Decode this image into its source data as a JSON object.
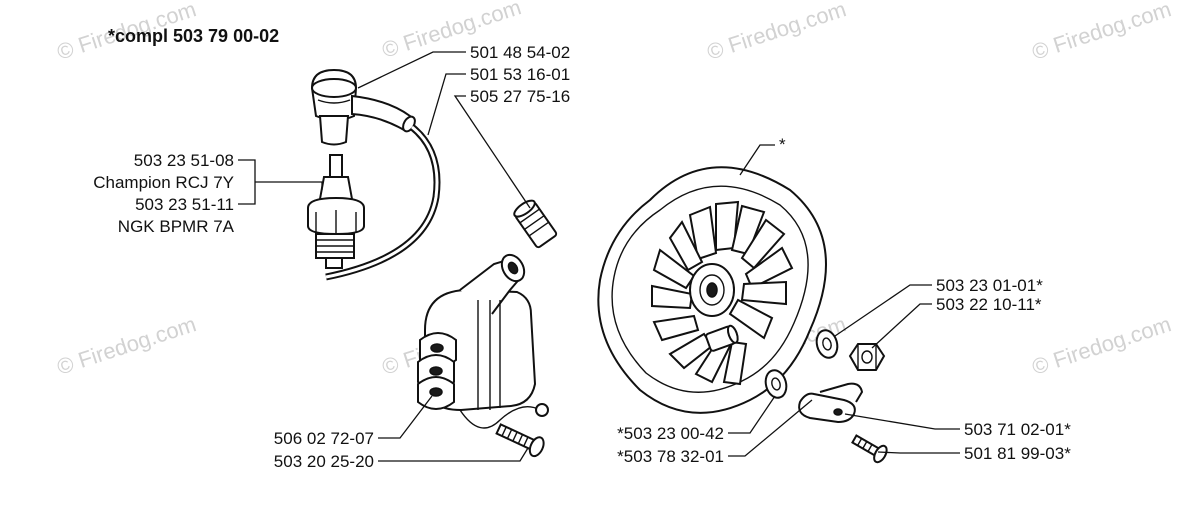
{
  "header": {
    "compl_label": "*compl 503 79 00-02"
  },
  "watermark": {
    "text": "© Firedog.com"
  },
  "labels": {
    "l_501_48_54_02": "501 48 54-02",
    "l_501_53_16_01": "501 53 16-01",
    "l_505_27_75_16": "505 27 75-16",
    "l_503_23_51_08": "503 23 51-08",
    "l_champion": "Champion RCJ 7Y",
    "l_503_23_51_11": "503 23 51-11",
    "l_ngk": "NGK BPMR 7A",
    "l_star": "*",
    "l_503_23_01_01": "503 23 01-01*",
    "l_503_22_10_11": "503 22 10-11*",
    "l_506_02_72_07": "506 02 72-07",
    "l_503_20_25_20": "503 20 25-20",
    "l_503_23_00_42": "*503 23 00-42",
    "l_503_78_32_01": "*503 78 32-01",
    "l_503_71_02_01": "503 71 02-01*",
    "l_501_81_99_03": "501 81 99-03*"
  }
}
